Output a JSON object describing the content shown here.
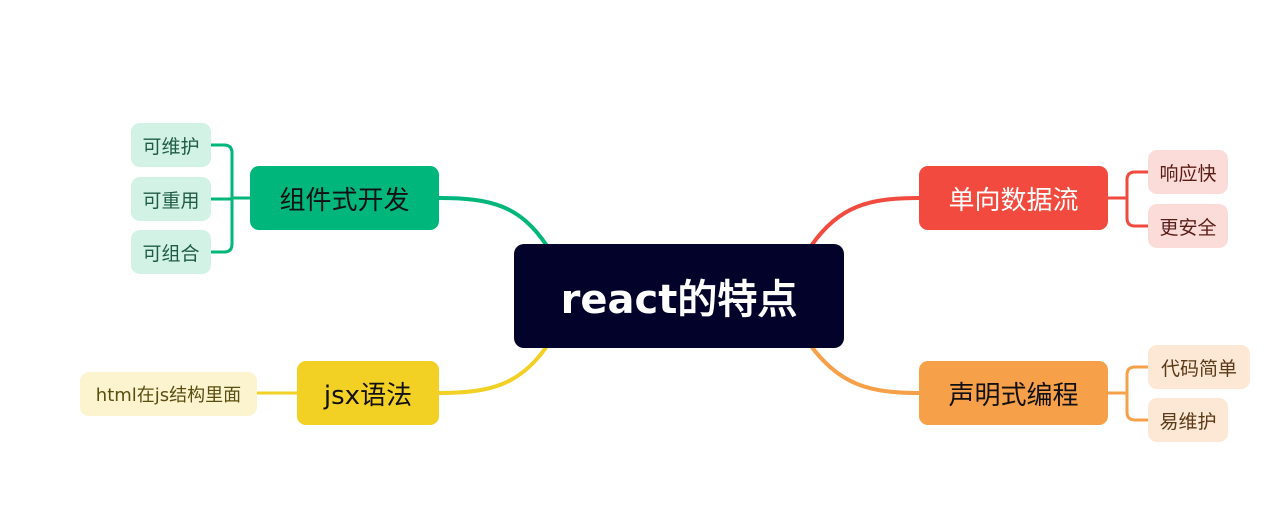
{
  "root": {
    "label": "react的特点",
    "color": "#02022a"
  },
  "branches": [
    {
      "label": "组件式开发",
      "color": "#00b67a",
      "leaves": [
        "可维护",
        "可重用",
        "可组合"
      ]
    },
    {
      "label": "jsx语法",
      "color": "#f2d024",
      "leaves": [
        "html在js结构里面"
      ]
    },
    {
      "label": "单向数据流",
      "color": "#f24a3e",
      "leaves": [
        "响应快",
        "更安全"
      ]
    },
    {
      "label": "声明式编程",
      "color": "#f6a04a",
      "leaves": [
        "代码简单",
        "易维护"
      ]
    }
  ]
}
